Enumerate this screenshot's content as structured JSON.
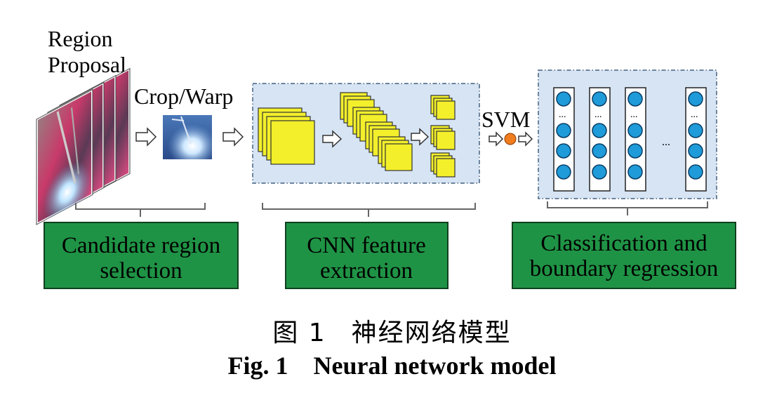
{
  "labels": {
    "region_proposal_line1": "Region",
    "region_proposal_line2": "Proposal",
    "crop_warp": "Crop/Warp",
    "svm": "SVM",
    "dots": "...",
    "column_ellipsis": "..."
  },
  "stages": [
    {
      "line1": "Candidate region",
      "line2": "selection"
    },
    {
      "line1": "CNN feature",
      "line2": "extraction"
    },
    {
      "line1": "Classification and",
      "line2": "boundary regression"
    }
  ],
  "caption": {
    "cn_number": "图 1",
    "cn_title": "神经网络模型",
    "en_number": "Fig. 1",
    "en_title": "Neural network model"
  },
  "colors": {
    "stage_box": "#1f9345",
    "panel": "#d6e4f4",
    "cube": "#f3ef2b",
    "node": "#1e9bd8",
    "svm_node": "#f07d1e"
  }
}
